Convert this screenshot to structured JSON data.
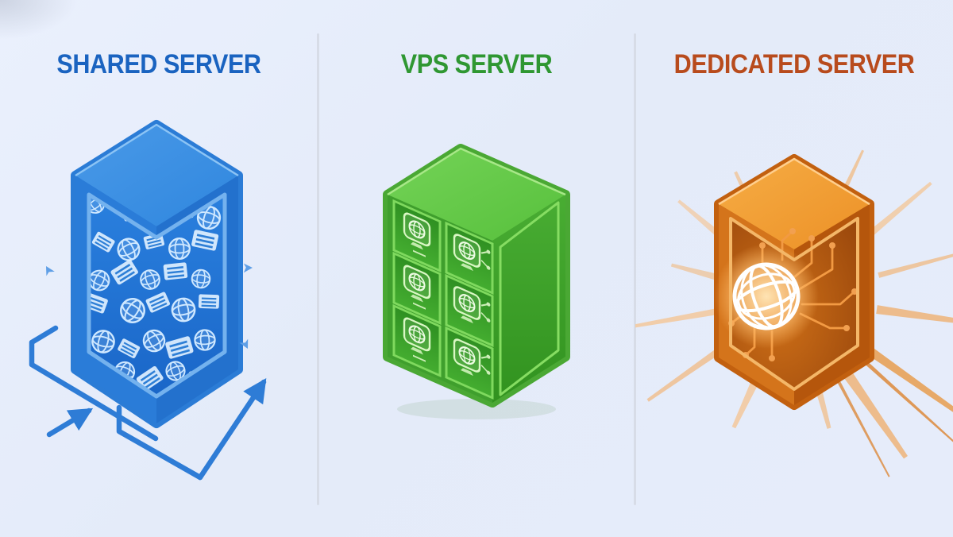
{
  "page": {
    "type": "server-hosting-comparison-infographic",
    "background_color": "#e6ecfa",
    "divider_color": "#d7dce7"
  },
  "columns": [
    {
      "id": "shared-server",
      "title": "SHARED SERVER",
      "title_color": "#1a63c0",
      "accent_color": "#2e82da",
      "illustration": {
        "name": "shared-server-box",
        "description_icons": [
          "globe-icon",
          "server-stack-icon",
          "flow-pipe",
          "flow-arrow-icon"
        ]
      }
    },
    {
      "id": "vps-server",
      "title": "VPS SERVER",
      "title_color": "#2f9732",
      "accent_color": "#58c13e",
      "illustration": {
        "name": "vps-server-box",
        "description_icons": [
          "globe-icon",
          "monitor-icon",
          "circuit-icon",
          "partition-cell"
        ]
      }
    },
    {
      "id": "dedicated-server",
      "title": "DEDICATED SERVER",
      "title_color": "#b84b1d",
      "accent_color": "#e0821f",
      "illustration": {
        "name": "dedicated-server-box",
        "description_icons": [
          "globe-icon",
          "circuit-icon",
          "burst-rays"
        ]
      }
    }
  ]
}
